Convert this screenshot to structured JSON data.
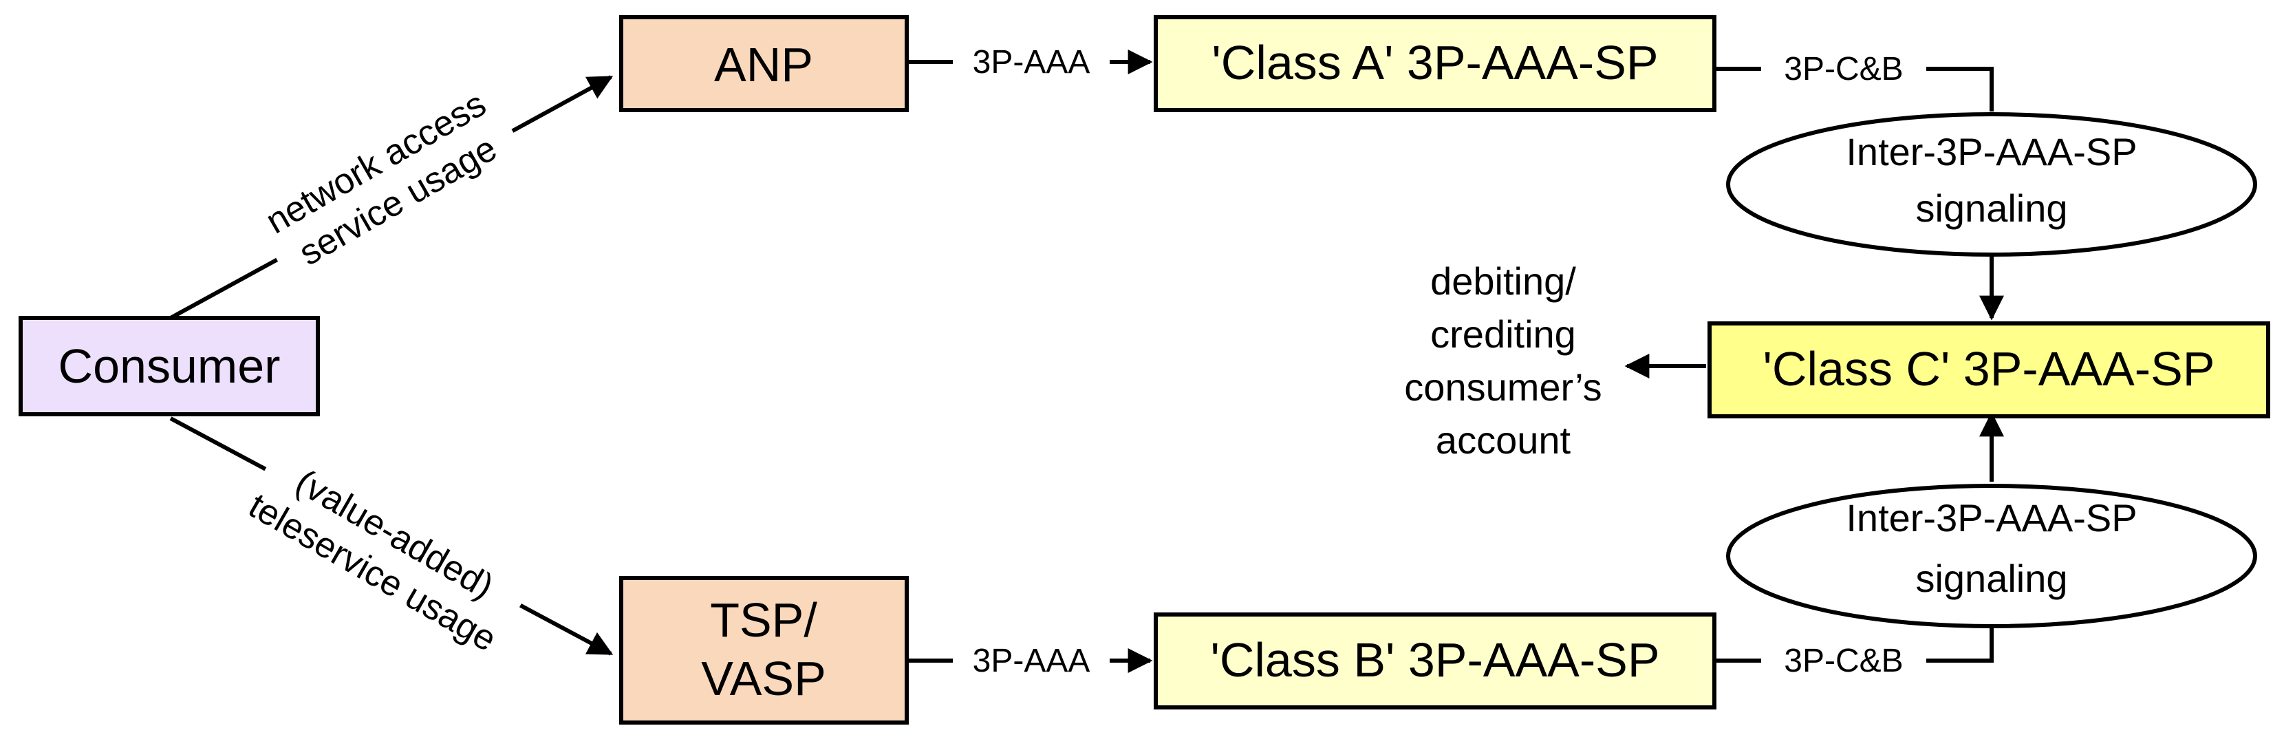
{
  "nodes": {
    "consumer": "Consumer",
    "anp": "ANP",
    "tsp_line1": "TSP/",
    "tsp_line2": "VASP",
    "class_a": "'Class A' 3P-AAA-SP",
    "class_b": "'Class B' 3P-AAA-SP",
    "class_c": "'Class C' 3P-AAA-SP"
  },
  "signaling": {
    "upper_line1": "Inter-3P-AAA-SP",
    "upper_line2": "signaling",
    "lower_line1": "Inter-3P-AAA-SP",
    "lower_line2": "signaling"
  },
  "edge_labels": {
    "anp_to_class_a": "3P-AAA",
    "tsp_to_class_b": "3P-AAA",
    "class_a_cb": "3P-C&B",
    "class_b_cb": "3P-C&B",
    "network_line1": "network access",
    "network_line2": "service usage",
    "tele_line1": "(value-added)",
    "tele_line2": "teleservice usage"
  },
  "output": {
    "line1": "debiting/",
    "line2": "crediting",
    "line3": "consumer’s",
    "line4": "account"
  },
  "colors": {
    "consumer_fill": "#EDE0FC",
    "provider_fill": "#FAD8BB",
    "class_ab_fill": "#FFFFCC",
    "class_c_fill": "#FFFF8C",
    "stroke": "#000000"
  }
}
